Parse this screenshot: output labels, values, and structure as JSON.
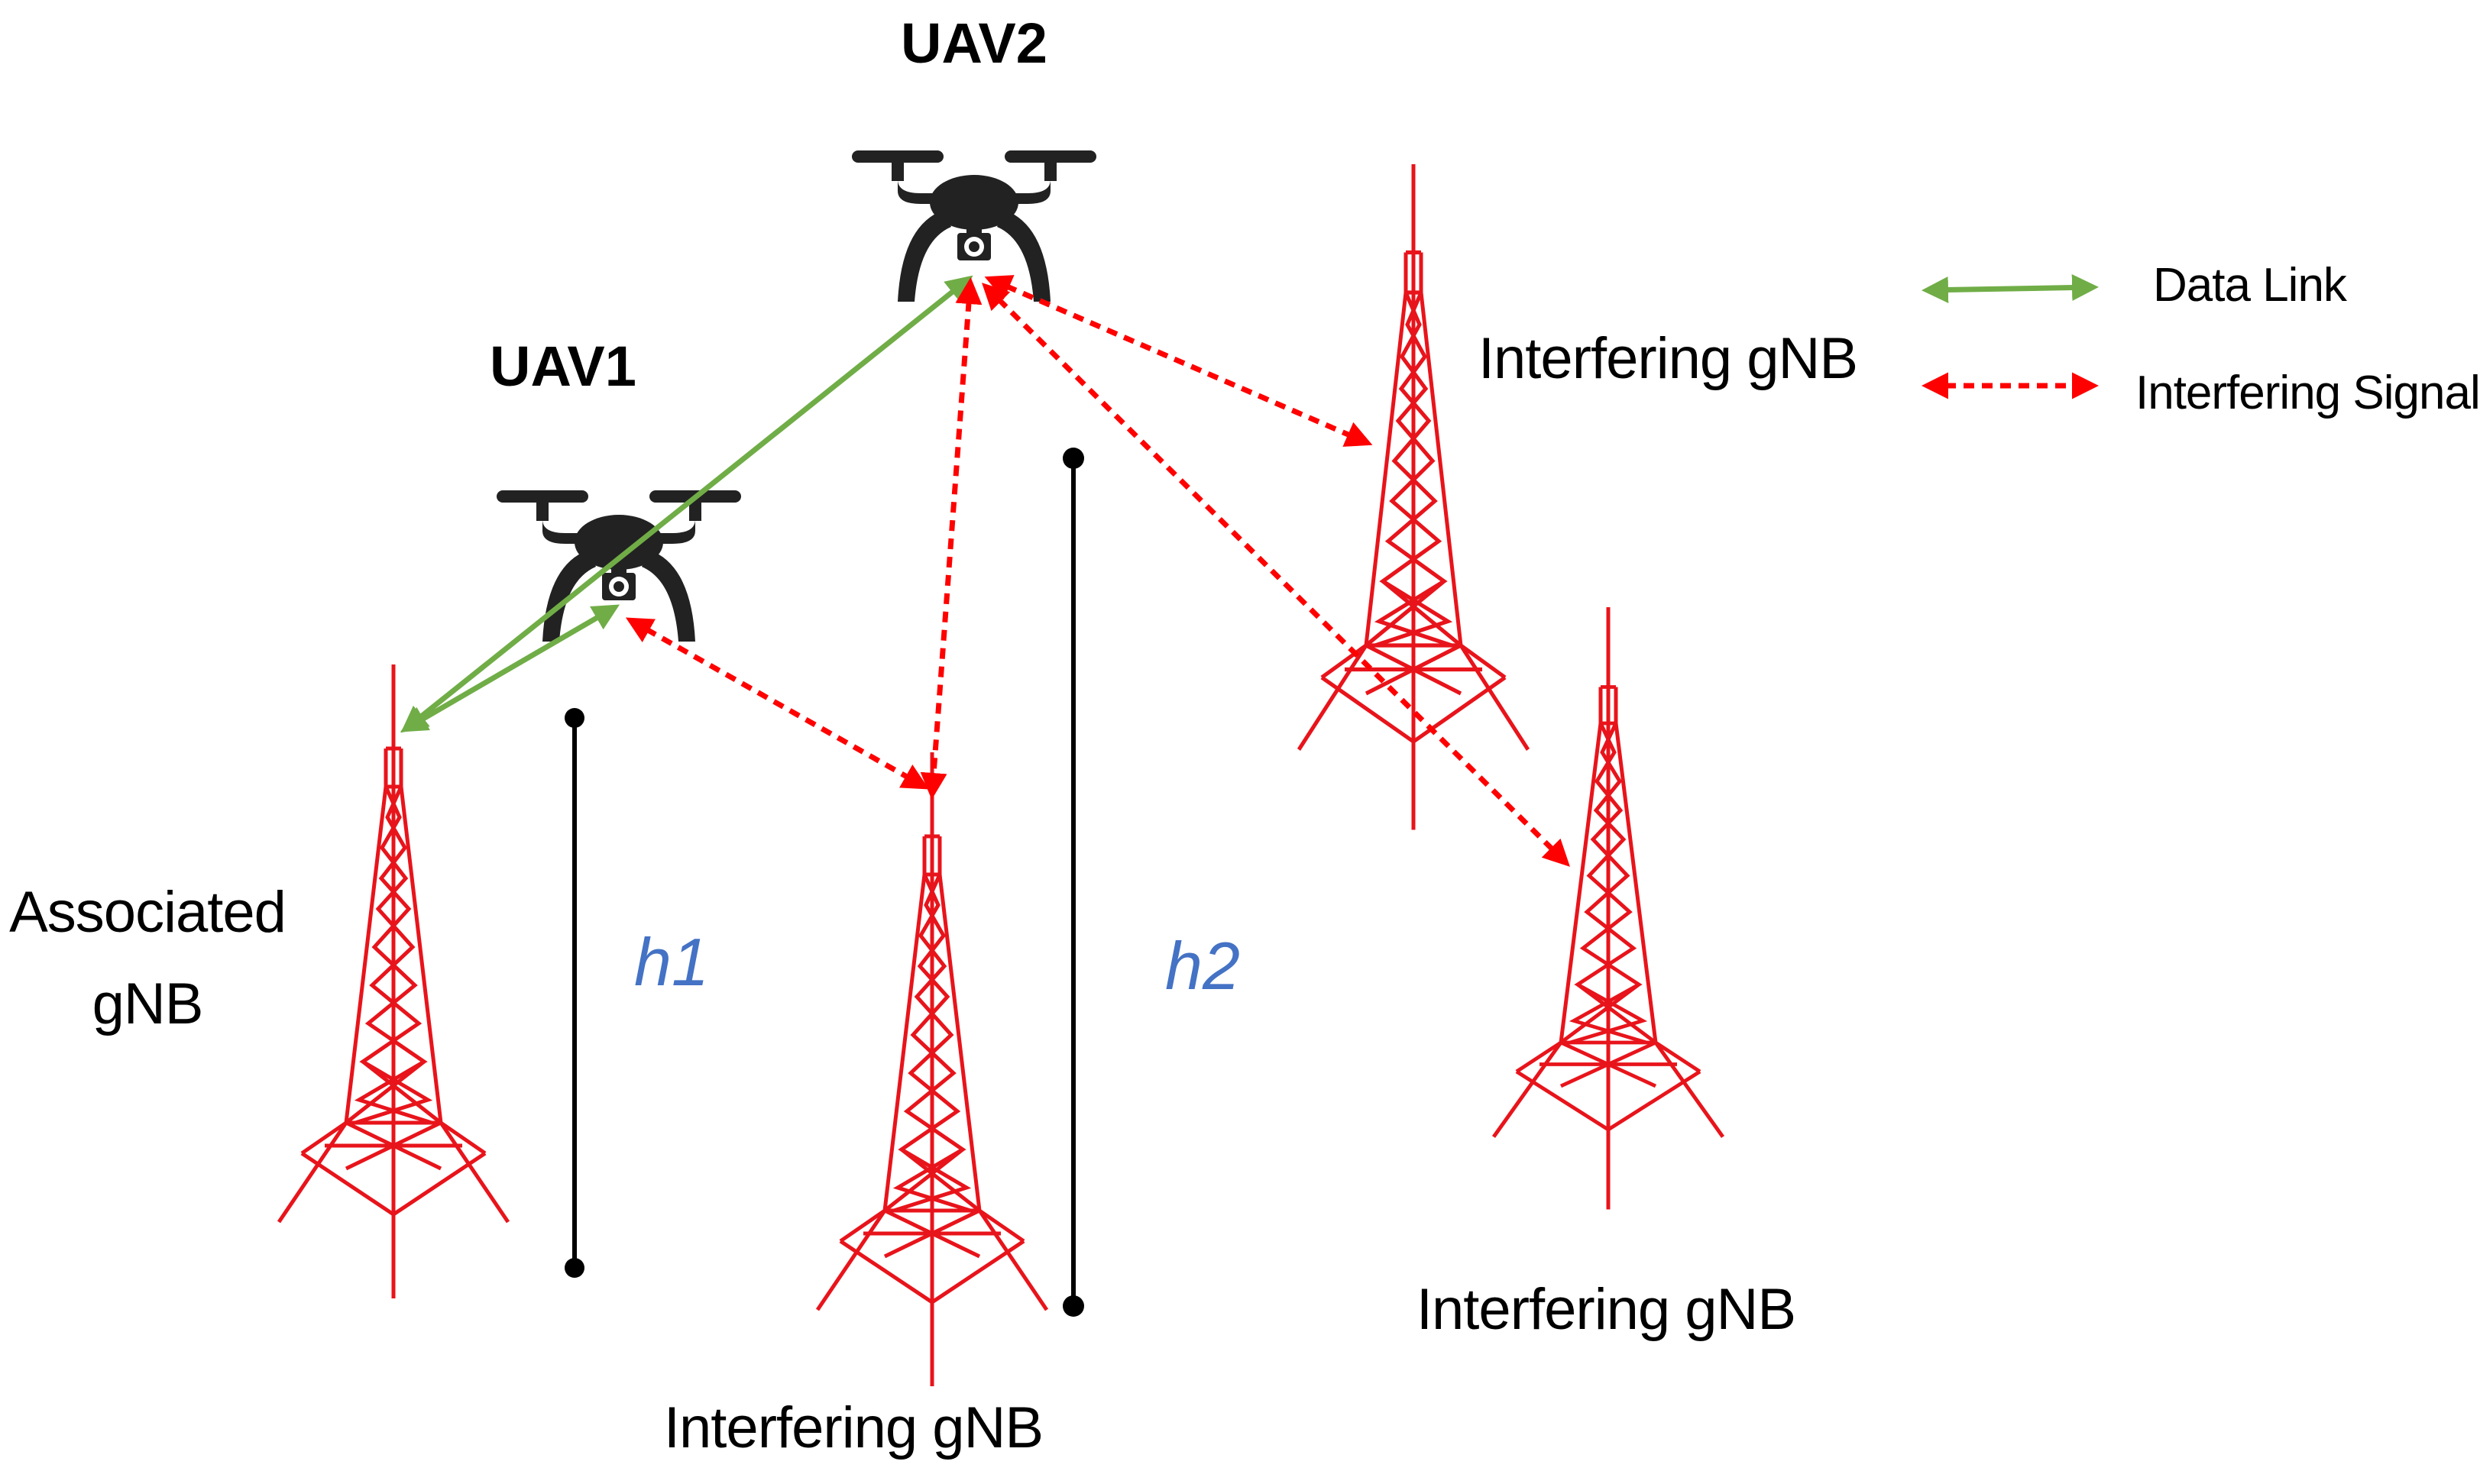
{
  "uavs": {
    "uav1": {
      "label": "UAV1"
    },
    "uav2": {
      "label": "UAV2"
    }
  },
  "towers": {
    "associated": {
      "line1": "Associated",
      "line2": "gNB"
    },
    "interfering_center": {
      "label": "Interfering gNB"
    },
    "interfering_upper_right": {
      "label": "Interfering gNB"
    },
    "interfering_lower_right": {
      "label": "Interfering gNB"
    }
  },
  "heights": {
    "h1": "h1",
    "h2": "h2"
  },
  "legend": {
    "data_link": {
      "label": "Data Link"
    },
    "interfering_signal": {
      "label": "Interfering Signal"
    }
  },
  "colors": {
    "tower": "#e8141b",
    "data_link": "#70ad47",
    "interfering_signal": "#ff0000",
    "height_marker": "#000000",
    "height_label": "#4472c4",
    "drone": "#222222"
  },
  "icons": {
    "uav": "quadcopter-drone-icon",
    "tower": "lattice-tower-icon"
  }
}
